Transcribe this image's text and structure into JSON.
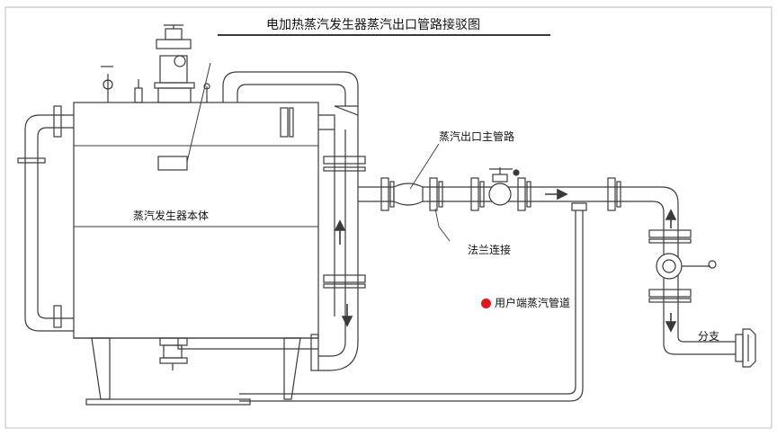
{
  "title": "电加热蒸汽发生器蒸汽出口管路接驳图",
  "labels": {
    "generator_body": "蒸汽发生器本体",
    "main_pipe": "蒸汽出口主管路",
    "flange": "法兰连接",
    "user_pipe": "用户端蒸汽管道",
    "branch": "分支"
  },
  "colors": {
    "line": "#3a3a3a",
    "dot": "#e0191c",
    "fill": "#ffffff"
  }
}
